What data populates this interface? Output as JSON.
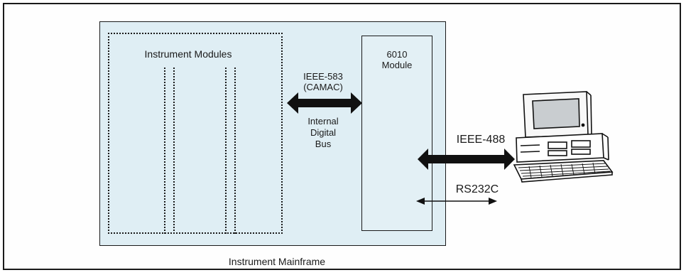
{
  "labels": {
    "instrument_modules": "Instrument Modules",
    "module_6010_line1": "6010",
    "module_6010_line2": "Module",
    "ieee583_line1": "IEEE-583",
    "ieee583_line2": "(CAMAC)",
    "bus_line1": "Internal",
    "bus_line2": "Digital",
    "bus_line3": "Bus",
    "ieee488": "IEEE-488",
    "rs232c": "RS232C",
    "mainframe": "Instrument Mainframe"
  },
  "colors": {
    "panel_fill": "#dfeef4",
    "stroke": "#1a1a1a"
  },
  "icons": {
    "computer": "desktop-computer-icon",
    "bus_arrow": "double-arrow"
  }
}
